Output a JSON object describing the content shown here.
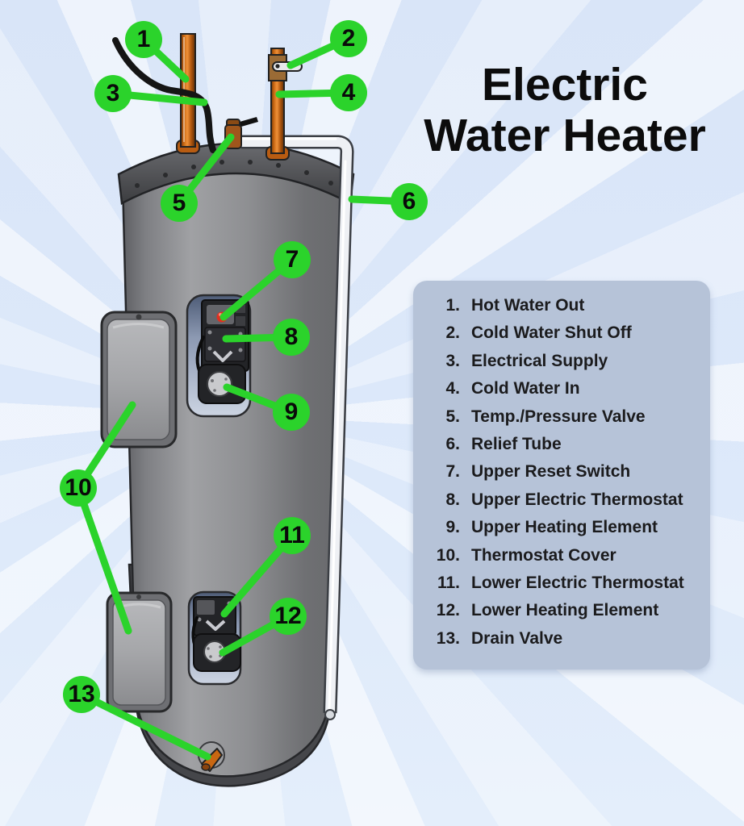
{
  "title": {
    "line1": "Electric",
    "line2": "Water Heater"
  },
  "legend": {
    "items": [
      {
        "num": "1.",
        "label": "Hot Water Out"
      },
      {
        "num": "2.",
        "label": "Cold Water Shut Off"
      },
      {
        "num": "3.",
        "label": "Electrical Supply"
      },
      {
        "num": "4.",
        "label": "Cold Water In"
      },
      {
        "num": "5.",
        "label": "Temp./Pressure Valve"
      },
      {
        "num": "6.",
        "label": "Relief Tube"
      },
      {
        "num": "7.",
        "label": "Upper Reset Switch"
      },
      {
        "num": "8.",
        "label": "Upper Electric Thermostat"
      },
      {
        "num": "9.",
        "label": "Upper Heating Element"
      },
      {
        "num": "10.",
        "label": "Thermostat Cover"
      },
      {
        "num": "11.",
        "label": "Lower Electric Thermostat"
      },
      {
        "num": "12.",
        "label": "Lower Heating Element"
      },
      {
        "num": "13.",
        "label": "Drain Valve"
      }
    ]
  },
  "callouts": [
    {
      "n": "1"
    },
    {
      "n": "2"
    },
    {
      "n": "3"
    },
    {
      "n": "4"
    },
    {
      "n": "5"
    },
    {
      "n": "6"
    },
    {
      "n": "7"
    },
    {
      "n": "8"
    },
    {
      "n": "9"
    },
    {
      "n": "10"
    },
    {
      "n": "11"
    },
    {
      "n": "12"
    },
    {
      "n": "13"
    }
  ],
  "colors": {
    "accent_green": "#2bd32b",
    "legend_bg": "#b6c3d8",
    "background_blue": "#dce8f9",
    "copper_pipe": "#c56511",
    "tank_gray": "#8e8f92",
    "reset_button_red": "#e12e20",
    "title_text": "#0c0c0c"
  }
}
